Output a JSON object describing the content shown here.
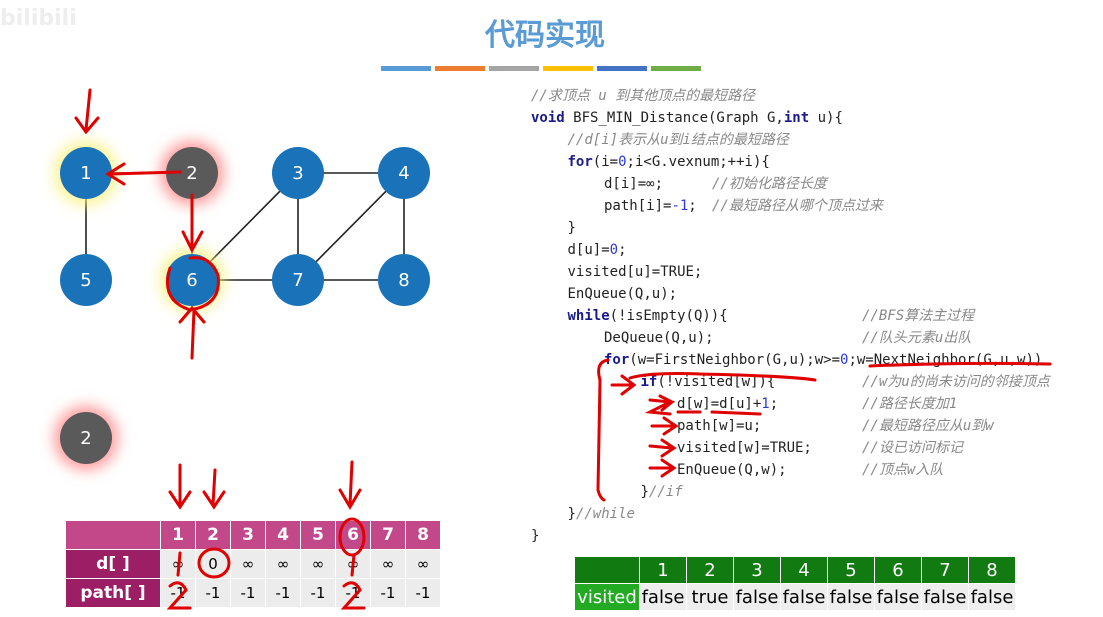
{
  "watermark": "bilibili",
  "title": "代码实现",
  "title_bar_colors": [
    "#5b9bd5",
    "#ed7d31",
    "#a5a5a5",
    "#ffc000",
    "#4472c4",
    "#70ad47"
  ],
  "graph": {
    "nodes": [
      {
        "id": "1",
        "state": "visited-target"
      },
      {
        "id": "2",
        "state": "current"
      },
      {
        "id": "3"
      },
      {
        "id": "4"
      },
      {
        "id": "5"
      },
      {
        "id": "6",
        "state": "visited-target"
      },
      {
        "id": "7"
      },
      {
        "id": "8"
      }
    ],
    "edges": [
      [
        "1",
        "2"
      ],
      [
        "1",
        "5"
      ],
      [
        "2",
        "6"
      ],
      [
        "3",
        "6"
      ],
      [
        "3",
        "7"
      ],
      [
        "3",
        "4"
      ],
      [
        "4",
        "7"
      ],
      [
        "4",
        "8"
      ],
      [
        "6",
        "7"
      ],
      [
        "7",
        "8"
      ]
    ]
  },
  "queue": [
    "2"
  ],
  "code": [
    {
      "i": 0,
      "p": [
        [
          "//求顶点 u 到其他顶点的最短路径",
          "cm"
        ]
      ]
    },
    {
      "i": 0,
      "p": [
        [
          "void",
          "kw"
        ],
        [
          " BFS_MIN_Distance(Graph G,",
          ""
        ],
        [
          "int",
          "kw"
        ],
        [
          " u){",
          ""
        ]
      ]
    },
    {
      "i": 1,
      "p": [
        [
          "//d[i]表示从u到i结点的最短路径",
          "cm"
        ]
      ]
    },
    {
      "i": 1,
      "p": [
        [
          "for",
          "kw"
        ],
        [
          "(i=",
          ""
        ],
        [
          "0",
          "num"
        ],
        [
          ";i<G.vexnum;++i){",
          ""
        ]
      ]
    },
    {
      "i": 2,
      "p": [
        [
          "d[i]=∞;",
          ""
        ]
      ],
      "c": "//初始化路径长度"
    },
    {
      "i": 2,
      "p": [
        [
          "path[i]=",
          ""
        ],
        [
          "-1",
          "num"
        ],
        [
          ";",
          ""
        ]
      ],
      "c": "//最短路径从哪个顶点过来",
      "cx": "short"
    },
    {
      "i": 1,
      "p": [
        [
          "}",
          ""
        ]
      ]
    },
    {
      "i": 1,
      "p": [
        [
          "d[u]=",
          ""
        ],
        [
          "0",
          "num"
        ],
        [
          ";",
          ""
        ]
      ]
    },
    {
      "i": 1,
      "p": [
        [
          "visited[u]=TRUE;",
          ""
        ]
      ]
    },
    {
      "i": 1,
      "p": [
        [
          "EnQueue(Q,u);",
          ""
        ]
      ]
    },
    {
      "i": 1,
      "p": [
        [
          "while",
          "kw"
        ],
        [
          "(!isEmpty(Q)){",
          ""
        ]
      ],
      "c": "//BFS算法主过程"
    },
    {
      "i": 2,
      "p": [
        [
          "DeQueue(Q,u);",
          ""
        ]
      ],
      "c": "//队头元素u出队"
    },
    {
      "i": 2,
      "p": [
        [
          "for",
          "kw"
        ],
        [
          "(w=FirstNeighbor(G,u);w>=",
          ""
        ],
        [
          "0",
          "num"
        ],
        [
          ";w=NextNeighbor(G,u,w))",
          ""
        ]
      ]
    },
    {
      "i": 3,
      "p": [
        [
          "if",
          "kw"
        ],
        [
          "(!visited[w]){",
          ""
        ]
      ],
      "c": "//w为u的尚未访问的邻接顶点"
    },
    {
      "i": 4,
      "p": [
        [
          "d[w]=d[u]+",
          ""
        ],
        [
          "1",
          "num"
        ],
        [
          ";",
          ""
        ]
      ],
      "c": "//路径长度加1"
    },
    {
      "i": 4,
      "p": [
        [
          "path[w]=u;",
          ""
        ]
      ],
      "c": "//最短路径应从u到w"
    },
    {
      "i": 4,
      "p": [
        [
          "visited[w]=TRUE;",
          ""
        ]
      ],
      "c": "//设已访问标记"
    },
    {
      "i": 4,
      "p": [
        [
          "EnQueue(Q,w);",
          ""
        ]
      ],
      "c": "//顶点w入队"
    },
    {
      "i": 3,
      "p": [
        [
          "}",
          ""
        ],
        [
          "//if",
          "cm"
        ]
      ]
    },
    {
      "i": 1,
      "p": [
        [
          "}",
          ""
        ],
        [
          "//while",
          "cm"
        ]
      ]
    },
    {
      "i": 0,
      "p": [
        [
          "}",
          ""
        ]
      ]
    }
  ],
  "d_table": {
    "headers": [
      "1",
      "2",
      "3",
      "4",
      "5",
      "6",
      "7",
      "8"
    ],
    "d_label": "d[ ]",
    "d": [
      "∞",
      "0",
      "∞",
      "∞",
      "∞",
      "∞",
      "∞",
      "∞"
    ],
    "path_label": "path[ ]",
    "path": [
      "-1",
      "-1",
      "-1",
      "-1",
      "-1",
      "-1",
      "-1",
      "-1"
    ]
  },
  "visited_table": {
    "headers": [
      "1",
      "2",
      "3",
      "4",
      "5",
      "6",
      "7",
      "8"
    ],
    "label": "visited",
    "values": [
      "false",
      "true",
      "false",
      "false",
      "false",
      "false",
      "false",
      "false"
    ]
  },
  "annotation_color": "#e00000"
}
